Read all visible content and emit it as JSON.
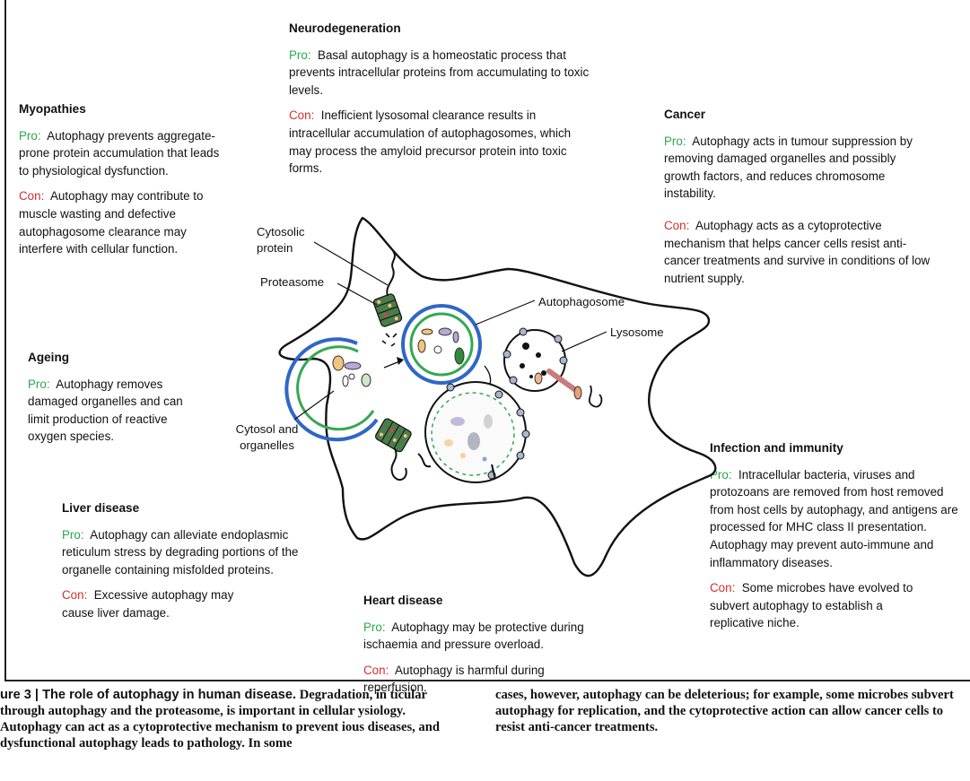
{
  "neurodegeneration": {
    "title": "Neurodegeneration",
    "pro_tag": "Pro:",
    "pro_text": "Basal autophagy is a homeostatic process that prevents intracellular proteins from accumulating to toxic levels.",
    "con_tag": "Con:",
    "con_text": "Inefficient lysosomal clearance results in intracellular accumulation of autophagosomes, which may process the amyloid precursor protein into toxic forms."
  },
  "myopathies": {
    "title": "Myopathies",
    "pro_tag": "Pro:",
    "pro_text": "Autophagy prevents aggregate-prone protein accumulation that leads to physiological dysfunction.",
    "con_tag": "Con:",
    "con_text": "Autophagy may contribute to muscle wasting and defective autophagosome clearance may interfere with cellular function."
  },
  "cancer": {
    "title": "Cancer",
    "pro_tag": "Pro:",
    "pro_text": "Autophagy acts in tumour suppression by removing damaged organelles and possibly growth factors, and reduces chromosome instability.",
    "con_tag": "Con:",
    "con_text": "Autophagy acts as a cytoprotective mechanism that helps cancer cells resist anti-cancer treatments and survive in conditions of low nutrient supply."
  },
  "ageing": {
    "title": "Ageing",
    "pro_tag": "Pro:",
    "pro_text": "Autophagy removes damaged organelles and can limit production of reactive oxygen species."
  },
  "liver": {
    "title": "Liver disease",
    "pro_tag": "Pro:",
    "pro_text": "Autophagy can alleviate endoplasmic reticulum stress by degrading portions of the organelle containing misfolded proteins.",
    "con_tag": "Con:",
    "con_text": "Excessive autophagy may cause liver damage."
  },
  "heart": {
    "title": "Heart disease",
    "pro_tag": "Pro:",
    "pro_text": "Autophagy may be protective during ischaemia and pressure overload.",
    "con_tag": "Con:",
    "con_text": "Autophagy is harmful during reperfusion."
  },
  "infection": {
    "title": "Infection and immunity",
    "pro_tag": "Pro:",
    "pro_text": "Intracellular bacteria, viruses and protozoans are removed from host removed from host cells by autophagy, and antigens are processed for MHC class II presentation. Autophagy may prevent auto-immune and inflammatory diseases.",
    "con_tag": "Con:",
    "con_text": "Some microbes have evolved to subvert autophagy to establish a replicative niche."
  },
  "labels": {
    "cytosolic_protein": "Cytosolic protein",
    "proteasome": "Proteasome",
    "autophagosome": "Autophagosome",
    "lysosome": "Lysosome",
    "cytosol_organelles": "Cytosol and organelles"
  },
  "caption": {
    "heading": "ure 3 | The role of autophagy in human disease.",
    "left_text": "Degradation, in ticular through autophagy and the proteasome, is important in cellular ysiology. Autophagy can act as a cytoprotective mechanism to prevent ious diseases, and dysfunctional autophagy leads to pathology. In some",
    "right_text": "cases, however, autophagy can be deleterious; for example, some microbes subvert autophagy for replication, and the cytoprotective action can allow cancer cells to resist anti-cancer treatments."
  },
  "colors": {
    "pro": "#2aa84a",
    "con": "#d32f2f",
    "autophagosome_outer": "#2f66c8",
    "autophagosome_inner": "#34a853"
  }
}
